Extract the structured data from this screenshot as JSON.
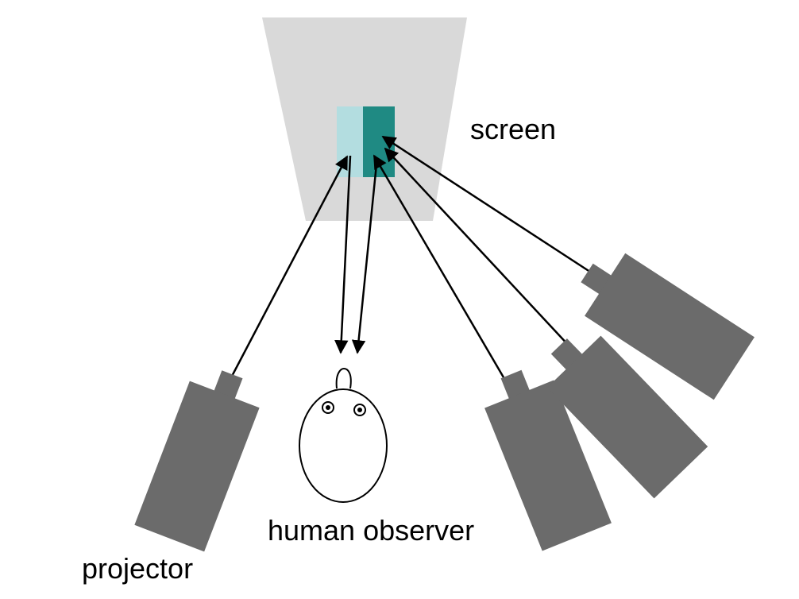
{
  "labels": {
    "screen": "screen",
    "observer": "human observer",
    "projector": "projector"
  },
  "colors": {
    "screen_fill": "#d9d9d9",
    "patch_light": "#b3dde0",
    "patch_dark": "#1f8a83",
    "projector_body": "#6b6b6b",
    "arrow": "#000000",
    "outline": "#000000"
  },
  "elements": {
    "projectors": [
      "projector-left",
      "projector-right-1",
      "projector-right-2",
      "projector-right-3"
    ],
    "arrows": [
      "arrow-projector-left",
      "arrow-projector-right-1",
      "arrow-projector-right-2",
      "arrow-projector-right-3",
      "arrow-to-observer-1",
      "arrow-to-observer-2"
    ]
  }
}
